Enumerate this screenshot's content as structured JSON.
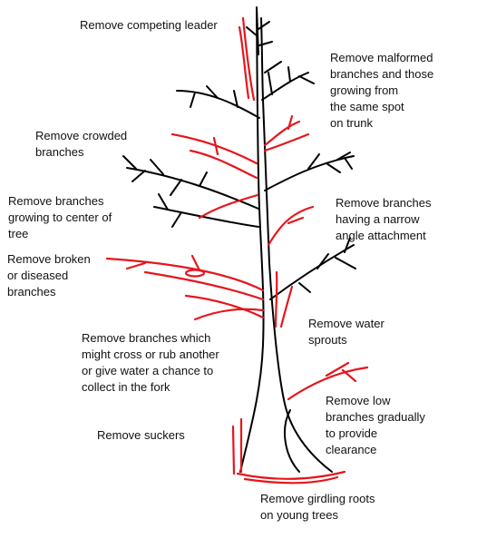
{
  "colors": {
    "healthy_branch": "#000000",
    "branch_to_remove": "#e5161d",
    "background": "#ffffff",
    "text": "#111111"
  },
  "labels": {
    "competing_leader": [
      "Remove competing leader"
    ],
    "malformed": [
      "Remove malformed",
      "branches and those",
      "growing from",
      "the same spot",
      "on trunk"
    ],
    "crowded": [
      "Remove crowded",
      "branches"
    ],
    "center_of_tree": [
      "Remove branches",
      "growing to center of",
      "tree"
    ],
    "narrow_angle": [
      "Remove branches",
      "having a narrow",
      "angle attachment"
    ],
    "broken_diseased": [
      "Remove broken",
      "or diseased",
      "branches"
    ],
    "water_sprouts": [
      "Remove water",
      "sprouts"
    ],
    "cross_rub": [
      "Remove branches which",
      "might cross or rub another",
      "or give water a chance to",
      "collect in the fork"
    ],
    "low_branches": [
      "Remove low",
      "branches gradually",
      "to provide",
      "clearance"
    ],
    "suckers": [
      "Remove suckers"
    ],
    "girdling_roots": [
      "Remove girdling roots",
      "on young trees"
    ]
  }
}
